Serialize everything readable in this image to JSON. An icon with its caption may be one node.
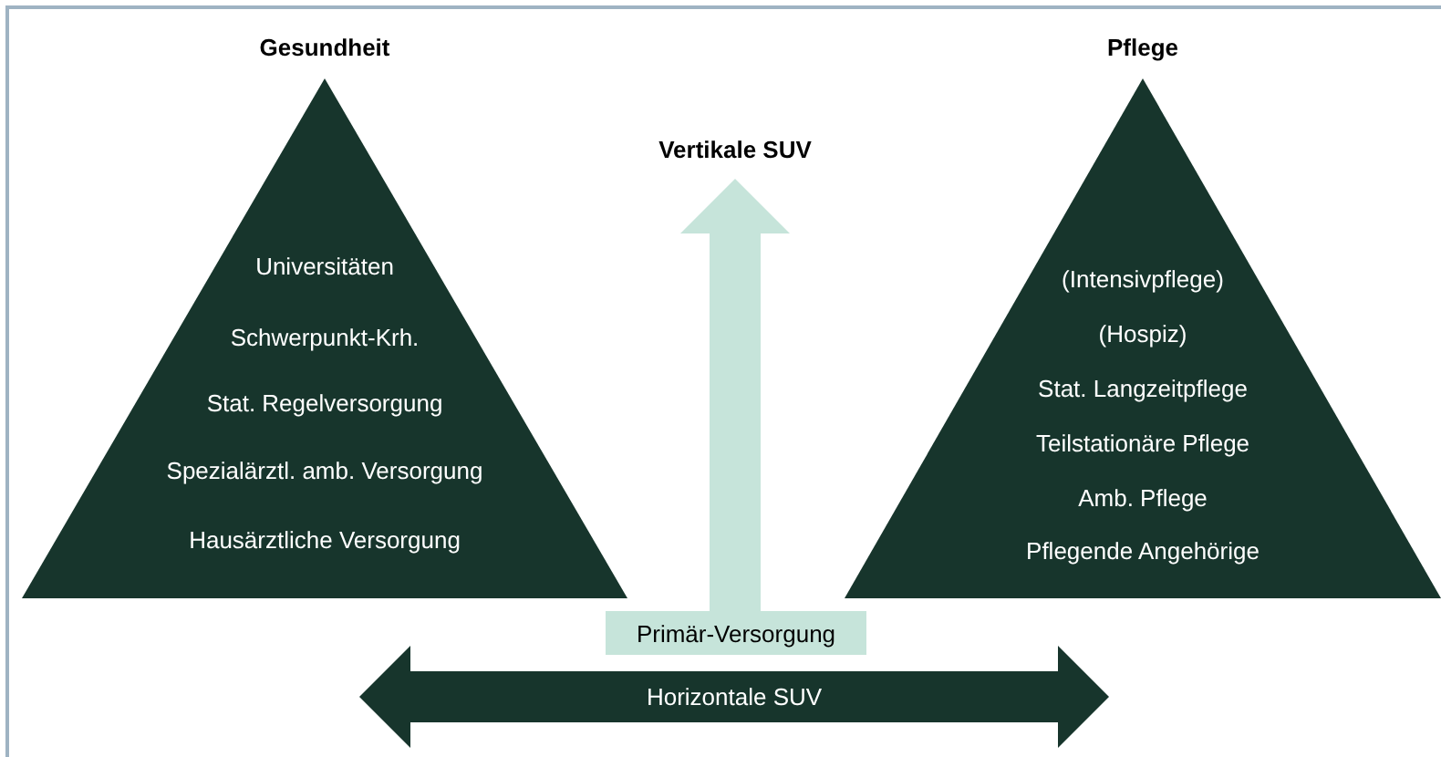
{
  "diagram": {
    "nodes": [
      {
        "text": [
          "Gesundheit",
          "Universitäten",
          "Schwerpunkt-Krh.",
          "Stat. Regelversorgung",
          "Spezialärztl. amb. Versorgung",
          "Hausärztliche Versorgung"
        ]
      },
      {
        "text": [
          "Vertikale SUV"
        ]
      },
      {
        "text": [
          "Pflege",
          "(Intensivpflege)",
          "(Hospiz)",
          "Stat. Langzeitpflege",
          "Teilstationäre Pflege",
          "Amb. Pflege",
          "Pflegende Angehörige"
        ]
      },
      {
        "text": [
          "Primär-Versorgung"
        ]
      },
      {
        "text": [
          "Horizontale SUV"
        ]
      }
    ],
    "edges": []
  }
}
